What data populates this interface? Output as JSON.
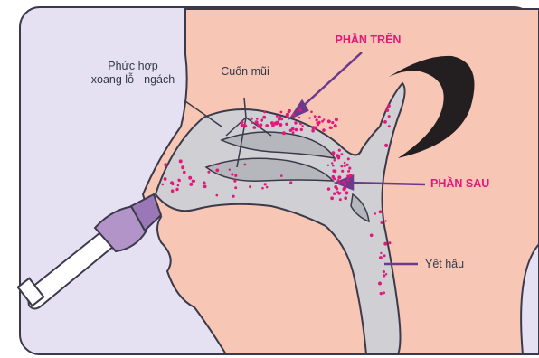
{
  "labels": {
    "complex_line1": "Phức hợp",
    "complex_line2": "xoang lỗ - ngách",
    "turbinate": "Cuốn mũi",
    "upper_part": "PHẦN TRÊN",
    "posterior_part": "PHẦN SAU",
    "pharynx": "Yết hầu"
  },
  "colors": {
    "background_lilac": "#e6e1f2",
    "skin": "#f8c6b4",
    "cavity_gray": "#cfcfd4",
    "particle_pink": "#e0197a",
    "arrow_purple": "#6b3a8c",
    "device_purple": "#b294c9",
    "outline": "#3a3a4a"
  },
  "icons": [
    "nasal-spray-device-icon"
  ]
}
